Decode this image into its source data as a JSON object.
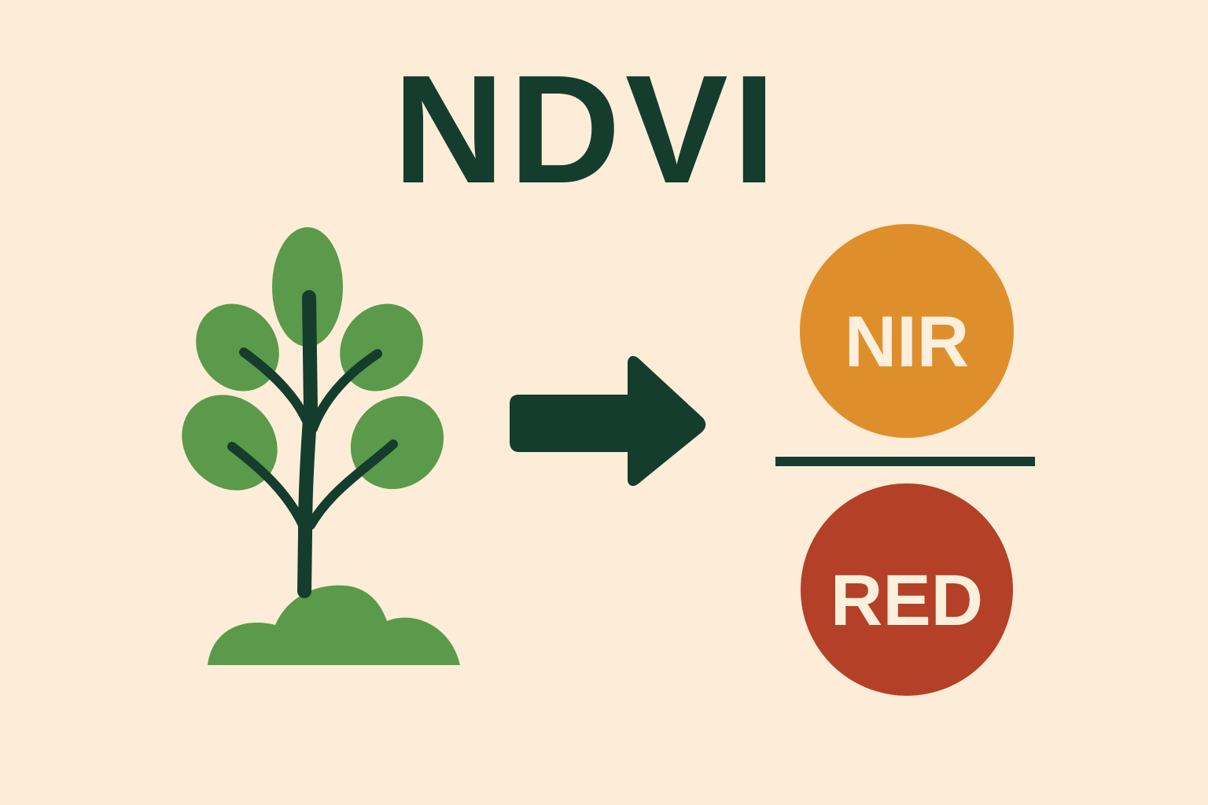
{
  "title": "NDVI",
  "numerator": {
    "label": "NIR",
    "color": "#de8f2c"
  },
  "denominator": {
    "label": "RED",
    "color": "#b34027"
  },
  "colors": {
    "background": "#fcecd8",
    "dark_green": "#143d2e",
    "leaf_green": "#5a9a4a",
    "text_light": "#fcefdc"
  },
  "icons": [
    "plant-icon",
    "arrow-right-icon"
  ]
}
